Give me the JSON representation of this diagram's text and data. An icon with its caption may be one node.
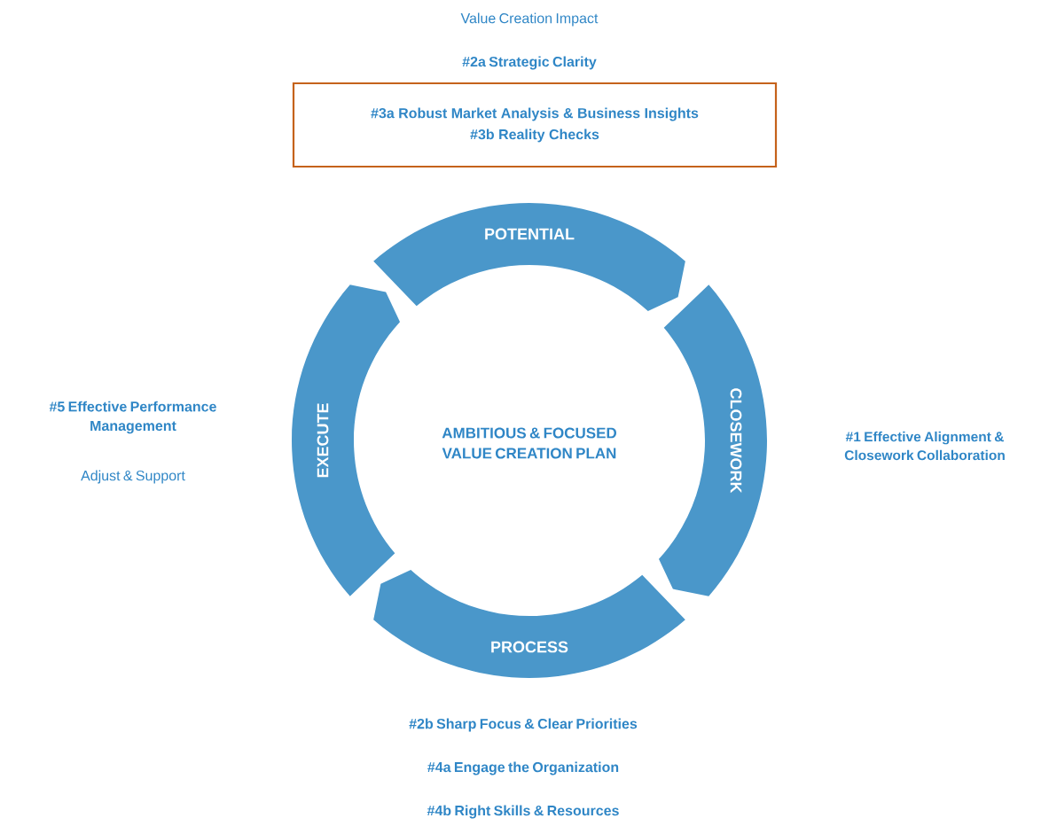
{
  "diagram": {
    "nodes": [
      {
        "text": [
          "#3a Robust Market Analysis & Business Insights",
          "#3b Reality Checks"
        ]
      },
      {
        "text": [
          "POTENTIAL"
        ]
      },
      {
        "text": [
          "EXECUTE"
        ]
      },
      {
        "text": [
          "CLOSEWORK"
        ]
      },
      {
        "text": [
          "PROCESS"
        ]
      }
    ],
    "labels": [
      "Value Creation Impact",
      "#2a Strategic Clarity",
      "#5 Effective Performance Management",
      "Adjust & Support",
      "AMBITIOUS & FOCUSED VALUE CREATION PLAN",
      "#1 Effective Alignment & Closework Collaboration",
      "#2b Sharp Focus & Clear Priorities",
      "#4a Engage the Organization",
      "#4b Right Skills & Resources"
    ]
  }
}
